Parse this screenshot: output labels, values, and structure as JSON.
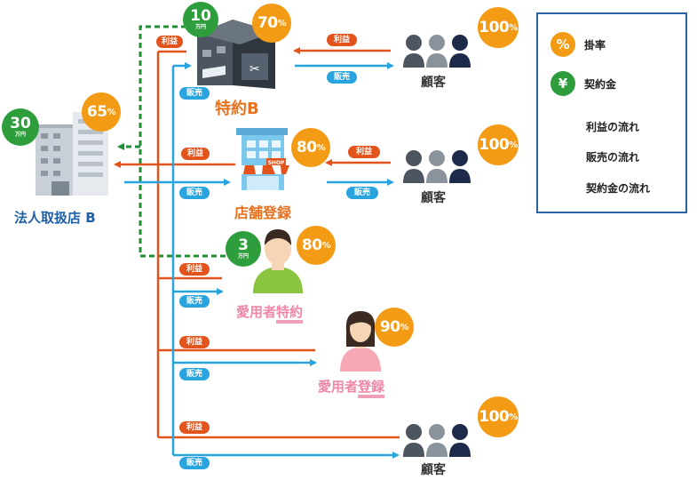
{
  "legend": {
    "rate_symbol": "%",
    "rate_label": "掛率",
    "deposit_symbol": "¥",
    "deposit_label": "契約金",
    "profit_flow_label": "利益の流れ",
    "sales_flow_label": "販売の流れ",
    "deposit_flow_label": "契約金の流れ"
  },
  "nodes": {
    "dealer": {
      "label": "法人取扱店 B",
      "rate": "65",
      "deposit": "30",
      "deposit_unit": "万円"
    },
    "tokuyaku": {
      "label": "特約B",
      "rate": "70",
      "deposit": "10",
      "deposit_unit": "万円"
    },
    "store": {
      "label": "店舗登録",
      "rate": "80",
      "sign": "SHOP"
    },
    "user_tokuyaku": {
      "label_prefix": "愛用者",
      "label_suffix": "特約",
      "rate": "80",
      "deposit": "3",
      "deposit_unit": "万円"
    },
    "user_registered": {
      "label_prefix": "愛用者",
      "label_suffix": "登録",
      "rate": "90"
    },
    "customer_1": {
      "label": "顧客",
      "rate": "100"
    },
    "customer_2": {
      "label": "顧客",
      "rate": "100"
    },
    "customer_3": {
      "label": "顧客",
      "rate": "100"
    }
  },
  "flow_labels": {
    "profit": "利益",
    "sales": "販売"
  },
  "percent_sign": "%",
  "colors": {
    "profit": "#e2541c",
    "sales": "#29a4df",
    "deposit": "#1f8f36",
    "rate_circle": "#f49b15",
    "deposit_circle": "#2e9e3c",
    "legend_border": "#2a62a8",
    "dealer_label": "#1f5fa8",
    "orange_label": "#e8711e",
    "pink_label": "#ee86a6"
  }
}
